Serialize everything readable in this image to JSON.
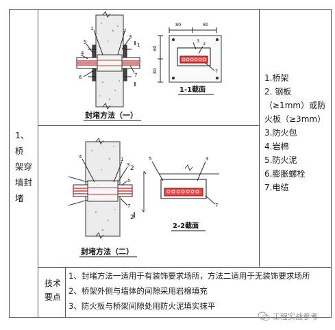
{
  "row": {
    "label_lines": [
      "1、桥",
      "架穿",
      "墙封",
      "堵"
    ]
  },
  "figure1": {
    "caption": "封堵方法（一）",
    "section_caption": "1-1截面",
    "callouts": [
      "1",
      "2",
      "3",
      "4",
      "5",
      "6",
      "7",
      "1"
    ],
    "dims": [
      "80",
      "80",
      "80",
      "80"
    ],
    "section_callouts": [
      "3",
      "2",
      "7"
    ]
  },
  "figure2": {
    "caption": "封堵方法（二）",
    "section_caption": "2-2截面",
    "callouts": [
      "4",
      "1",
      "3",
      "5",
      "7",
      "2",
      "2"
    ],
    "section_callouts": [
      "5",
      "3",
      "7"
    ]
  },
  "legend": {
    "lines": [
      "1.桥架",
      "2. 钢板",
      "（≥1mm）或防",
      "火板（≥3mm）",
      "3.防火包",
      "4.岩棉",
      "5.防火泥",
      "6.膨胀螺栓",
      "7.电缆"
    ]
  },
  "tech": {
    "head_lines": [
      "技术",
      "要点"
    ],
    "points": [
      "1、封堵方法一适用于有装饰要求场所，方法二适用于无装饰要求场所",
      "2、桥架外侧与墙体的间隙采用岩棉填充",
      "3、防火板与桥架间隙处用防火泥填实抹平"
    ]
  },
  "watermark": {
    "text": "工程实战参考"
  }
}
